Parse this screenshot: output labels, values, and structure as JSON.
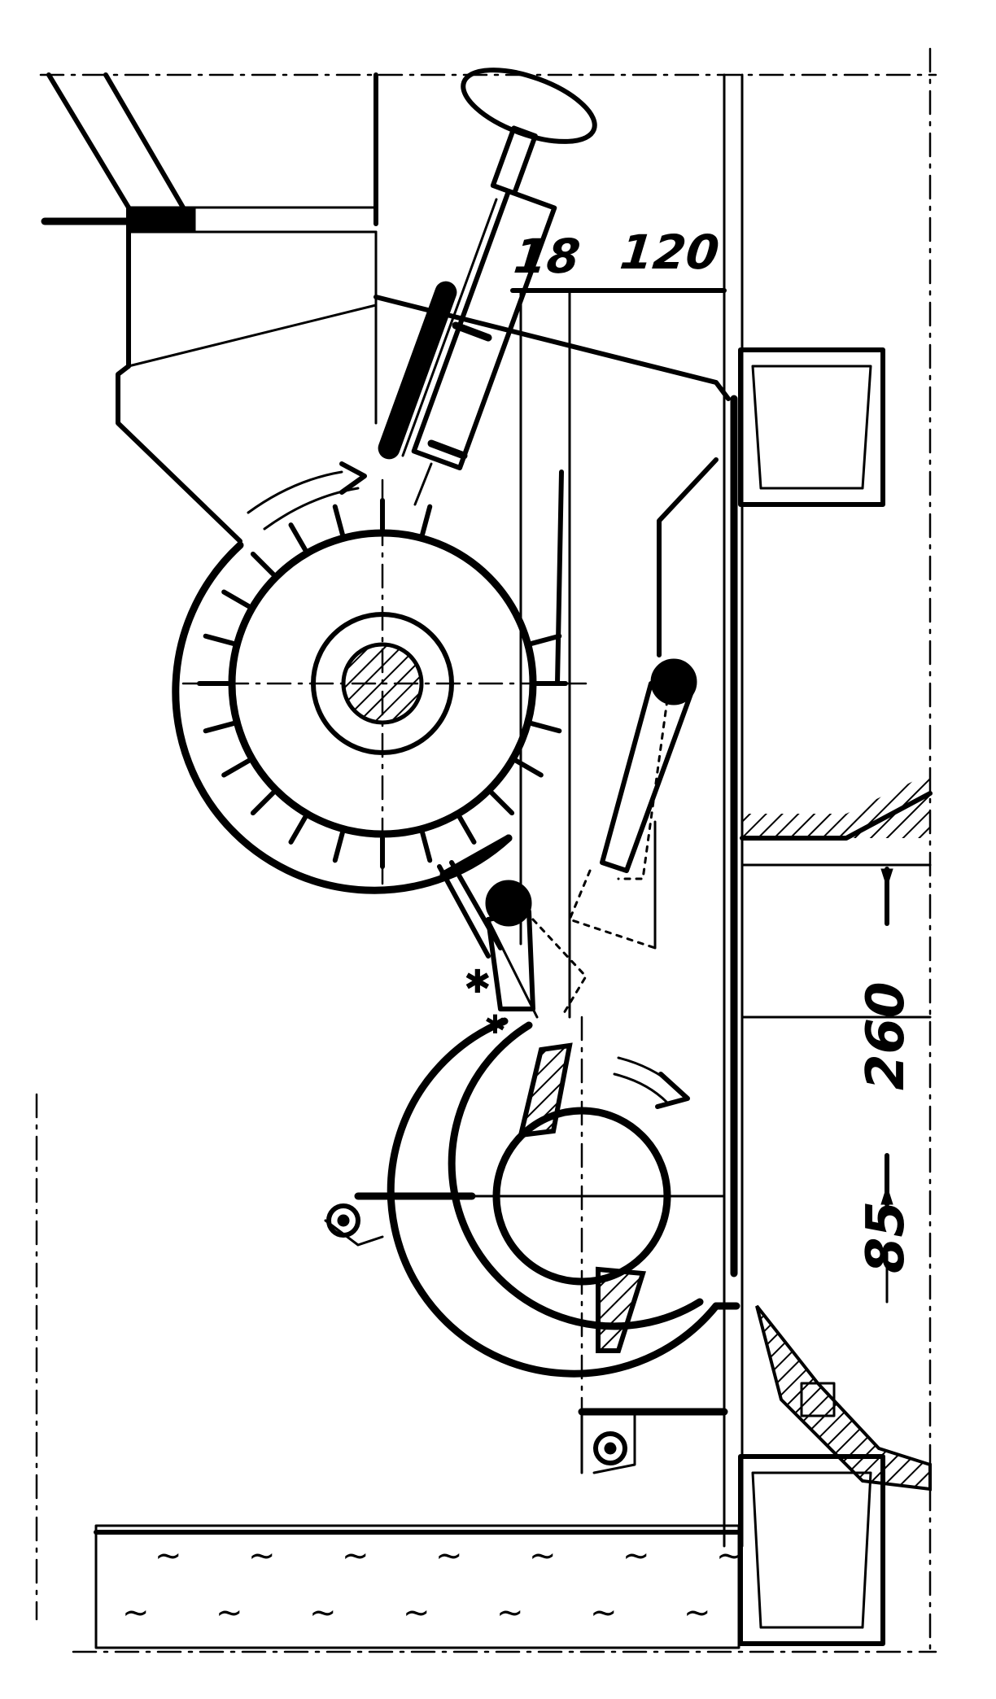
{
  "dimensions": {
    "d18": "18",
    "d120": "120",
    "d260": "260",
    "d85": "85"
  },
  "wave_glyph": "~"
}
